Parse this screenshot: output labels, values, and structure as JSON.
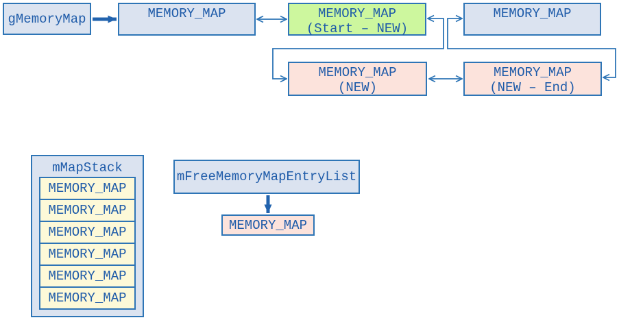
{
  "colors": {
    "border_blue": "#2e75b6",
    "text_blue": "#1e5ba9",
    "fill_blue": "#dbe3f0",
    "fill_green": "#cdf79e",
    "fill_pink": "#fce3dc",
    "fill_yellow": "#fdf9d8",
    "background": "#ffffff"
  },
  "nodes": {
    "gmemorymap": {
      "label": "gMemoryMap"
    },
    "head": {
      "label": "MEMORY_MAP"
    },
    "start_new": {
      "line1": "MEMORY_MAP",
      "line2": "(Start – NEW)"
    },
    "right": {
      "label": "MEMORY_MAP"
    },
    "new": {
      "line1": "MEMORY_MAP",
      "line2": "(NEW)"
    },
    "new_end": {
      "line1": "MEMORY_MAP",
      "line2": "(NEW – End)"
    }
  },
  "map_stack": {
    "title": "mMapStack",
    "entries": [
      "MEMORY_MAP",
      "MEMORY_MAP",
      "MEMORY_MAP",
      "MEMORY_MAP",
      "MEMORY_MAP",
      "MEMORY_MAP"
    ]
  },
  "free_list": {
    "label": "mFreeMemoryMapEntryList",
    "entry": "MEMORY_MAP"
  }
}
